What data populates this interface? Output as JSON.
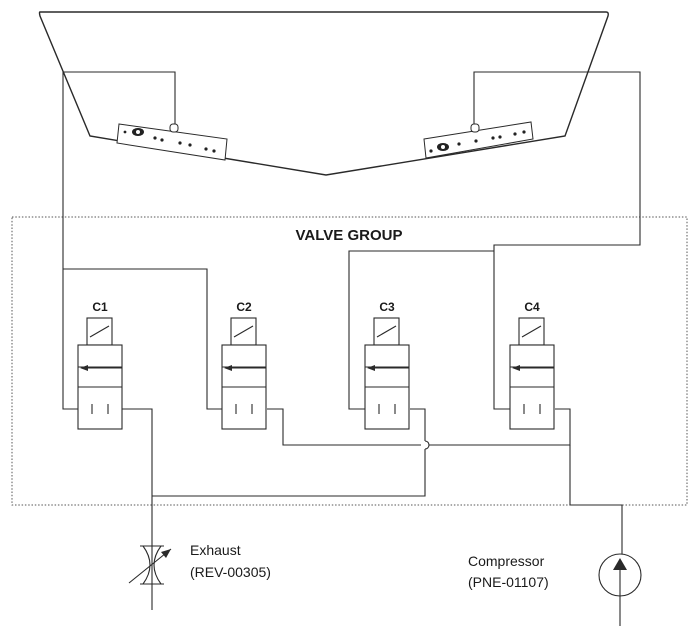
{
  "group": {
    "title": "VALVE GROUP"
  },
  "valves": [
    {
      "id": "C1"
    },
    {
      "id": "C2"
    },
    {
      "id": "C3"
    },
    {
      "id": "C4"
    }
  ],
  "exhaust": {
    "line1": "Exhaust",
    "line2": "(REV-00305)"
  },
  "compressor": {
    "line1": "Compressor",
    "line2": "(PNE-01107)"
  }
}
